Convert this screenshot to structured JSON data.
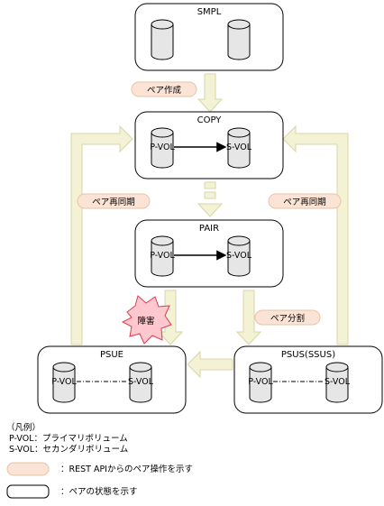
{
  "colors": {
    "state_fill": "#ffffff",
    "state_stroke": "#000000",
    "op_fill": "#fbe4d5",
    "op_stroke": "#e8c3a8",
    "arrow_fill": "#f3f2d4",
    "arrow_stroke": "#d8d6a8",
    "cylinder_fill": "#e6e6e6",
    "burst_fill": "#ffc7ce",
    "burst_stroke": "#e23b4f"
  },
  "states": {
    "smpl": "SMPL",
    "copy": "COPY",
    "pair": "PAIR",
    "psue": "PSUE",
    "psus": "PSUS(SSUS)"
  },
  "volumes": {
    "pvol": "P-VOL",
    "svol": "S-VOL"
  },
  "operations": {
    "create": "ペア作成",
    "resync_left": "ペア再同期",
    "resync_right": "ペア再同期",
    "split": "ペア分割"
  },
  "failure_label": "障害",
  "legend": {
    "title": "（凡例）",
    "pvol_desc": "P-VOL：プライマリボリューム",
    "svol_desc": "S-VOL：セカンダリボリューム",
    "op_desc": "：REST APIからのペア操作を示す",
    "state_desc": "：ペアの状態を示す"
  }
}
